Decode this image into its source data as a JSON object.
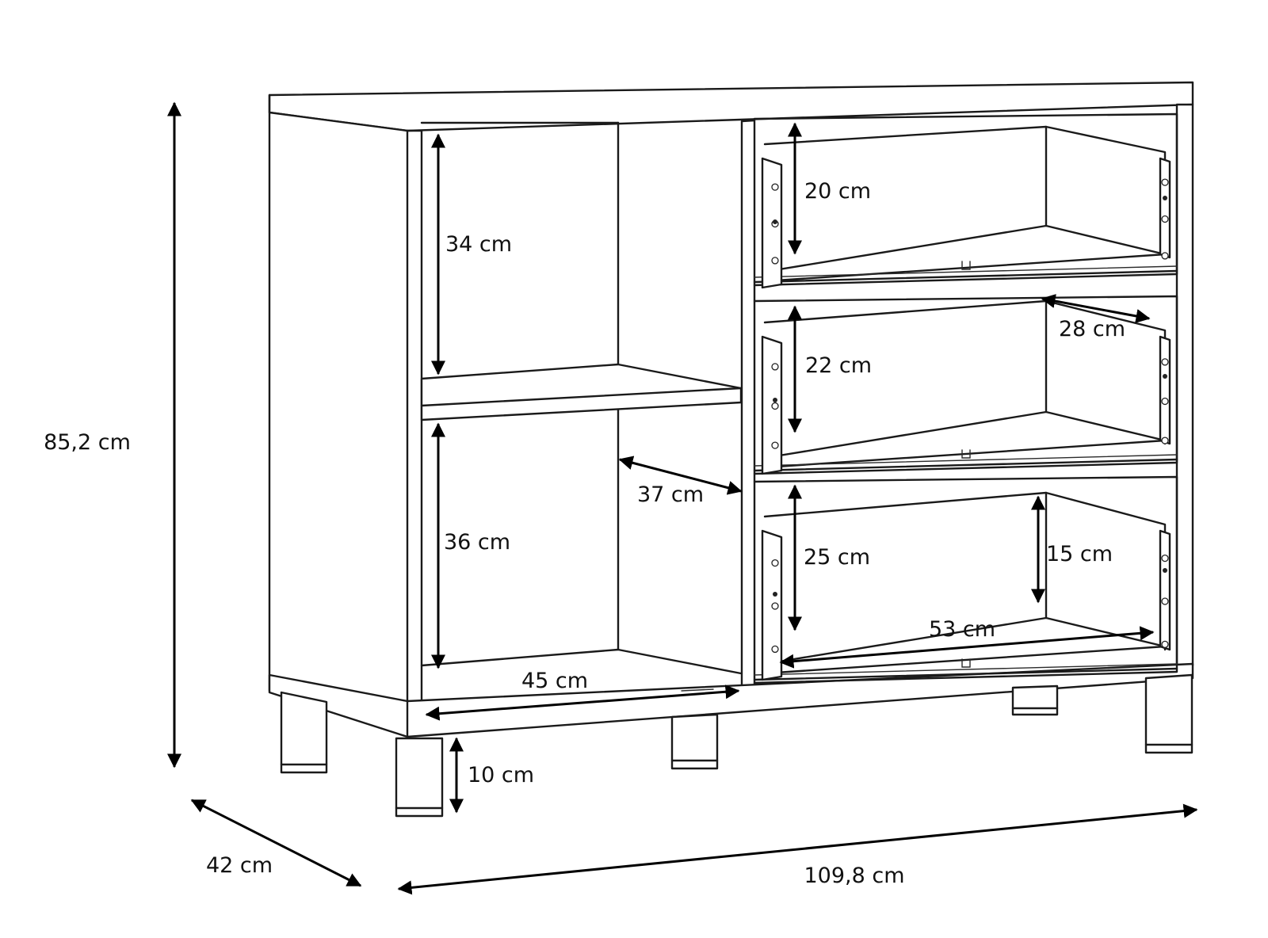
{
  "dimensions": {
    "overall_height": "85,2 cm",
    "overall_depth": "42 cm",
    "overall_width": "109,8 cm",
    "leg_height": "10 cm",
    "upper_shelf_height": "34 cm",
    "lower_shelf_height": "36 cm",
    "shelf_depth": "37 cm",
    "shelf_width": "45 cm",
    "drawer1_height": "20 cm",
    "drawer2_height": "22 cm",
    "drawer2_depth": "28 cm",
    "drawer3_height": "25 cm",
    "drawer3_inner_height": "15 cm",
    "drawer_width": "53 cm"
  }
}
